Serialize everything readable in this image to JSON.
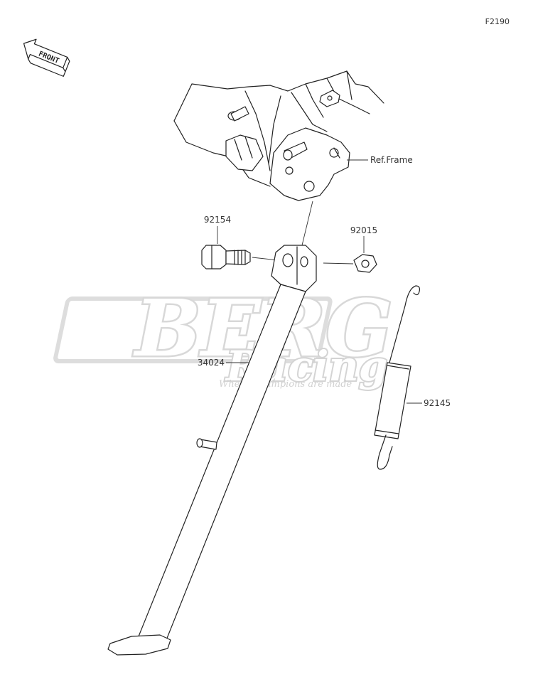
{
  "diagram": {
    "code": "F2190",
    "direction_badge": "FRONT",
    "ref_label": "Ref.Frame",
    "parts": [
      {
        "number": "92154"
      },
      {
        "number": "92015"
      },
      {
        "number": "34024"
      },
      {
        "number": "92145"
      }
    ]
  },
  "watermark": {
    "brand": "BERG",
    "sub": "Racing",
    "tagline": "Where Champions are made"
  }
}
